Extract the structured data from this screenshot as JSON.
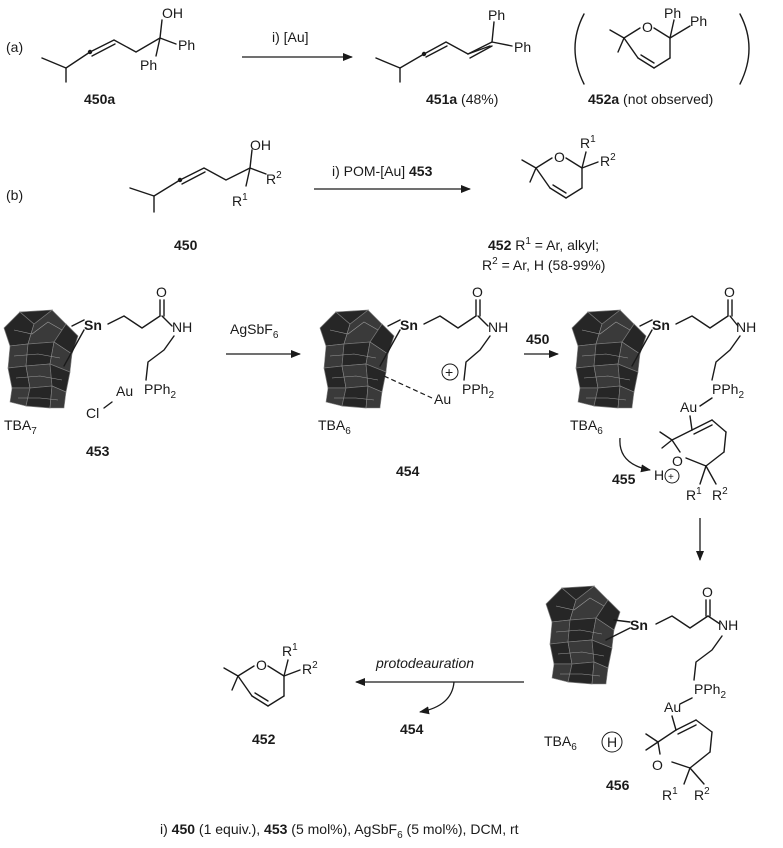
{
  "panel_a": {
    "label": "(a)",
    "reactant_oh": "OH",
    "reactant_ph1": "Ph",
    "reactant_ph2": "Ph",
    "reactant_id": "450a",
    "arrow_reagent": "i) [Au]",
    "product_ph1": "Ph",
    "product_ph2": "Ph",
    "product_id": "451a",
    "product_yield": "(48%)",
    "byproduct_o": "O",
    "byproduct_ph1": "Ph",
    "byproduct_ph2": "Ph",
    "byproduct_id": "452a",
    "byproduct_note": "(not observed)"
  },
  "panel_b": {
    "label": "(b)",
    "reactant_oh": "OH",
    "reactant_r2": "R",
    "reactant_r2_sup": "2",
    "reactant_r1": "R",
    "reactant_r1_sup": "1",
    "reactant_id": "450",
    "arrow_reagent_prefix": "i) POM-[Au] ",
    "arrow_reagent_id": "453",
    "product_o": "O",
    "product_r1": "R",
    "product_r1_sup": "1",
    "product_r2": "R",
    "product_r2_sup": "2",
    "product_id": "452",
    "product_line1_a": " R",
    "product_line1_sup": "1",
    "product_line1_b": " = Ar, alkyl;",
    "product_line2_a": "R",
    "product_line2_sup": "2",
    "product_line2_b": " = Ar, H (58-99%)"
  },
  "cycle": {
    "c453": {
      "sn": "Sn",
      "o": "O",
      "nh": "NH",
      "pph2": "PPh",
      "pph2_sub": "2",
      "au": "Au",
      "cl": "Cl",
      "tba": "TBA",
      "tba_sub": "7",
      "id": "453"
    },
    "step1_reagent": "AgSbF",
    "step1_reagent_sub": "6",
    "c454": {
      "sn": "Sn",
      "o": "O",
      "nh": "NH",
      "plus": "+",
      "pph2": "PPh",
      "pph2_sub": "2",
      "au": "Au",
      "tba": "TBA",
      "tba_sub": "6",
      "id": "454"
    },
    "step2_reagent": "450",
    "c455": {
      "sn": "Sn",
      "o": "O",
      "nh": "NH",
      "pph2": "PPh",
      "pph2_sub": "2",
      "au": "Au",
      "tba": "TBA",
      "tba_sub": "6",
      "id": "455",
      "h": "H",
      "plus": "+",
      "ring_o": "O",
      "r1": "R",
      "r1_sup": "1",
      "r2": "R",
      "r2_sup": "2"
    },
    "c456": {
      "sn": "Sn",
      "o": "O",
      "nh": "NH",
      "pph2": "PPh",
      "pph2_sub": "2",
      "au": "Au",
      "tba": "TBA",
      "tba_sub": "6",
      "h": "H",
      "id": "456",
      "ring_o": "O",
      "r1": "R",
      "r1_sup": "1",
      "r2": "R",
      "r2_sup": "2"
    },
    "step4_label": "protodeauration",
    "step4_released": "454",
    "final_product": {
      "o": "O",
      "r1": "R",
      "r1_sup": "1",
      "r2": "R",
      "r2_sup": "2",
      "id": "452"
    }
  },
  "footnote": {
    "prefix": "i) ",
    "c450": "450",
    "t1": " (1 equiv.), ",
    "c453": "453",
    "t2": " (5 mol%), AgSbF",
    "sub": "6",
    "t3": " (5 mol%), DCM, rt"
  }
}
